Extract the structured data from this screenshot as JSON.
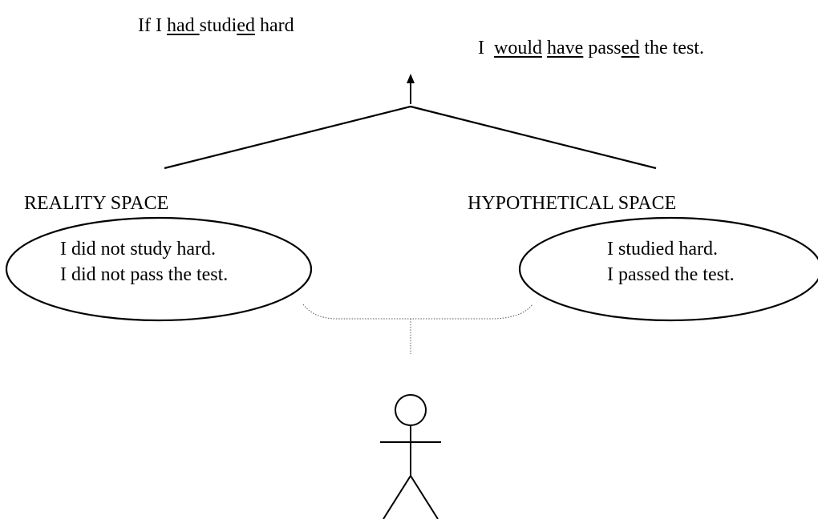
{
  "sentence_left": {
    "p1": "If I ",
    "u1": "had ",
    "p2": "studi",
    "u2": "ed",
    "p3": " hard"
  },
  "sentence_right": {
    "p1": "I  ",
    "u1": "would",
    "p2": " ",
    "u2": "have",
    "p3": " pass",
    "u3": "ed",
    "p4": " the test."
  },
  "reality": {
    "label": "REALITY SPACE",
    "line1": "I did not study hard.",
    "line2": "I did not pass the test."
  },
  "hypothetical": {
    "label": "HYPOTHETICAL SPACE",
    "line1": "I studied hard.",
    "line2": "I passed the test."
  },
  "colors": {
    "ink": "#000000",
    "background": "#ffffff"
  }
}
